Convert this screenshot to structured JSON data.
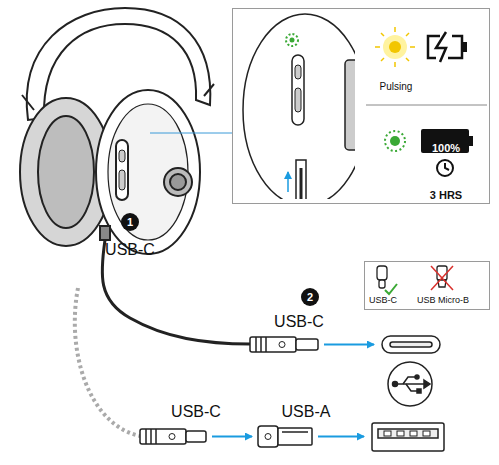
{
  "diagram": {
    "nodes": [
      {
        "text": [
          "Pulsing",
          "100%",
          "3 HRS"
        ]
      },
      {
        "text": [
          "USB-C",
          "USB Micro-B"
        ]
      }
    ],
    "labels": [
      "1",
      "USB-C",
      "2",
      "USB-C",
      "USB-C",
      "USB-A"
    ]
  }
}
